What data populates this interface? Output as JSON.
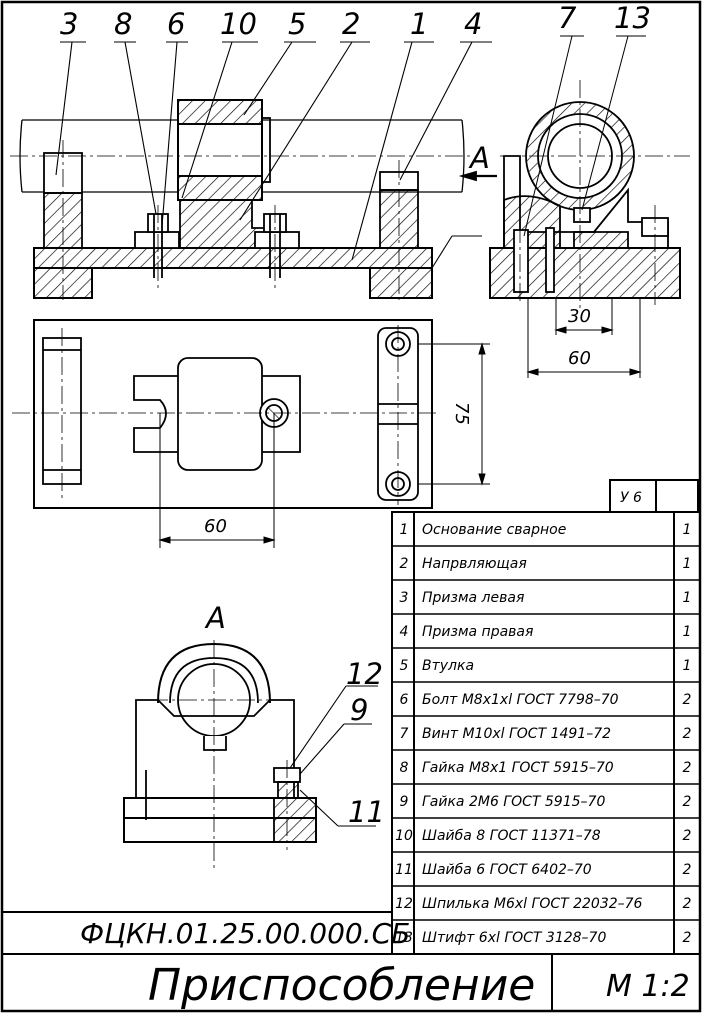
{
  "document": {
    "title": "Приспособление",
    "designation": "ФЦКН.01.25.00.000.СБ",
    "scale": "М 1:2",
    "sheet_mark": "У 6"
  },
  "view_label": "А",
  "section_marker": "А",
  "callouts_top": [
    "3",
    "8",
    "6",
    "10",
    "5",
    "2",
    "1",
    "4"
  ],
  "callouts_side": [
    "7",
    "13"
  ],
  "callouts_detail": [
    "12",
    "9",
    "11"
  ],
  "dimensions": {
    "side_width_inner": "30",
    "side_width_outer": "60",
    "plan_length": "75",
    "plan_width": "60"
  },
  "bill_of_materials": [
    {
      "pos": "1",
      "name": "Основание сварное",
      "qty": "1"
    },
    {
      "pos": "2",
      "name": "Напрвляющая",
      "qty": "1"
    },
    {
      "pos": "3",
      "name": "Призма левая",
      "qty": "1"
    },
    {
      "pos": "4",
      "name": "Призма правая",
      "qty": "1"
    },
    {
      "pos": "5",
      "name": "Втулка",
      "qty": "1"
    },
    {
      "pos": "6",
      "name": "Болт М8х1хl ГОСТ 7798–70",
      "qty": "2"
    },
    {
      "pos": "7",
      "name": "Винт М10хl ГОСТ 1491–72",
      "qty": "2"
    },
    {
      "pos": "8",
      "name": "Гайка М8х1 ГОСТ 5915–70",
      "qty": "2"
    },
    {
      "pos": "9",
      "name": "Гайка 2М6 ГОСТ 5915–70",
      "qty": "2"
    },
    {
      "pos": "10",
      "name": "Шайба 8 ГОСТ 11371–78",
      "qty": "2"
    },
    {
      "pos": "11",
      "name": "Шайба 6 ГОСТ 6402–70",
      "qty": "2"
    },
    {
      "pos": "12",
      "name": "Шпилька М6хl ГОСТ 22032–76",
      "qty": "2"
    },
    {
      "pos": "13",
      "name": "Штифт 6хl ГОСТ 3128–70",
      "qty": "2"
    }
  ]
}
